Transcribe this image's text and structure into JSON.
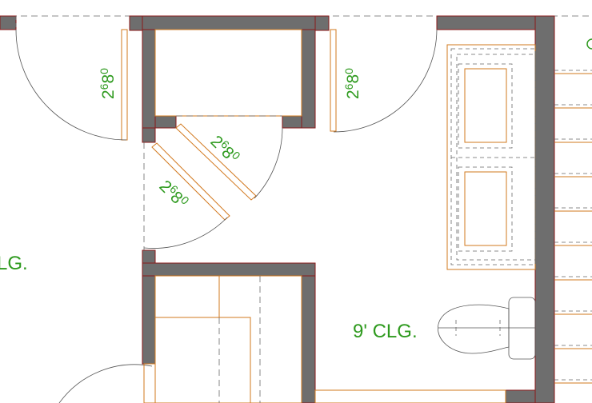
{
  "labels": {
    "door_left": {
      "main": "2",
      "sup": "6",
      "rest": "8",
      "sup2": "0"
    },
    "door_mid": {
      "main": "2",
      "sup": "6",
      "rest": "8",
      "sup2": "0"
    },
    "door_diag_upper": {
      "main": "2",
      "sup": "6",
      "rest": "8",
      "sup2": "0"
    },
    "door_diag_lower": {
      "main": "2",
      "sup": "6",
      "rest": "8",
      "sup2": "0"
    },
    "ceiling_left": "LG.",
    "ceiling_bath": "9' CLG."
  },
  "colors": {
    "wall_fill": "#6e6e6e",
    "wall_edge": "#8b1a1a",
    "fixture_line": "#d2781e",
    "label_green": "#2e9a1e"
  }
}
